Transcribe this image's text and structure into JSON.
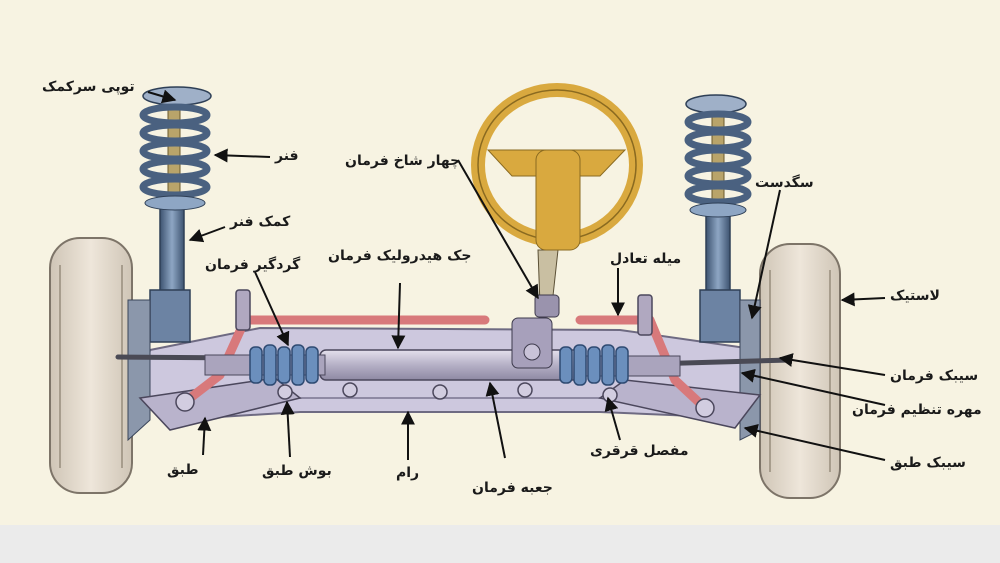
{
  "labels": {
    "shock_cap": "توپی سرکمک",
    "spring": "فنر",
    "shock_absorber": "کمک فنر",
    "dust_boot": "گردگیر فرمان",
    "hydraulic_jack": "جک هیدرولیک فرمان",
    "steering_column_joint": "چهار شاخ فرمان",
    "stabilizer_bar": "میله تعادل",
    "knuckle": "سگدست",
    "tire": "لاستیک",
    "tie_rod": "سیبک فرمان",
    "adjusting_nut": "مهره تنظیم فرمان",
    "ball_joint": "سیبک طبق",
    "control_arm": "طبق",
    "arm_bushing": "بوش طبق",
    "frame": "رام",
    "steering_box": "جعبه فرمان",
    "gimbal_joint": "مفصل قرقری"
  },
  "colors": {
    "background": "#f7f3e2",
    "tire": "#e6ddd0",
    "strut": "#5a7290",
    "steering_wheel": "#d9a93f",
    "stabilizer_bar": "#d8797b",
    "boot": "#6b8fbd",
    "frame": "#cdc8de"
  }
}
